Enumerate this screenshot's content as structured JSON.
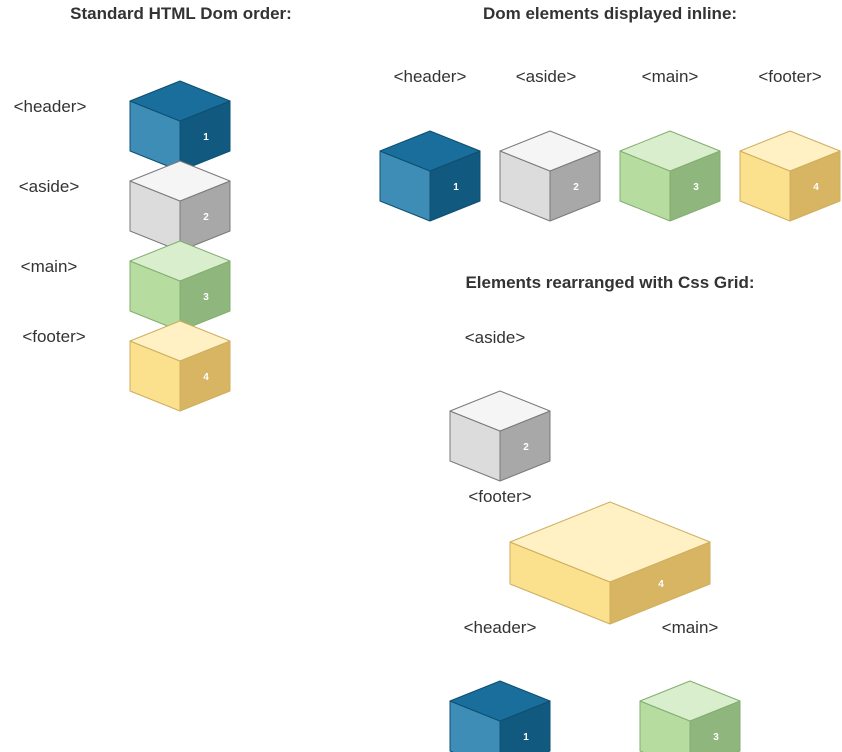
{
  "titles": {
    "standard": "Standard HTML Dom order:",
    "inline": "Dom elements displayed inline:",
    "grid": "Elements rearranged with Css Grid:"
  },
  "tags": {
    "header": "<header>",
    "aside": "<aside>",
    "main": "<main>",
    "footer": "<footer>"
  },
  "numbers": {
    "header": "1",
    "aside": "2",
    "main": "3",
    "footer": "4"
  },
  "colors": {
    "header": {
      "top": "#1a6e9c",
      "left": "#3d8db6",
      "right": "#11597f"
    },
    "aside": {
      "top": "#f5f5f5",
      "left": "#dcdcdc",
      "right": "#a8a8a8"
    },
    "main": {
      "top": "#d9eecd",
      "left": "#b6dca0",
      "right": "#8fb77d"
    },
    "footer": {
      "top": "#fff1c4",
      "left": "#fbe08e",
      "right": "#d7b563"
    },
    "stroke": {
      "header": "#0e4f72",
      "aside": "#7a7a7a",
      "main": "#82ae6f",
      "footer": "#cfae5e"
    }
  }
}
